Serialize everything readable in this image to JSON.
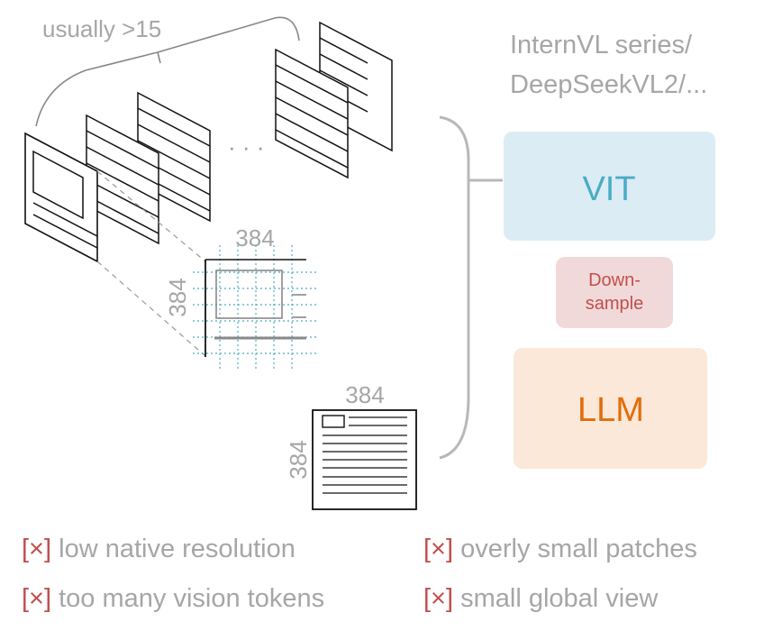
{
  "annotation": {
    "usually": "usually >15",
    "ellipsis": "· · ·"
  },
  "header": {
    "line1": "InternVL series/",
    "line2": "DeepSeekVL2/..."
  },
  "dims": {
    "tile_width": "384",
    "tile_height": "384",
    "thumb_width": "384",
    "thumb_height": "384"
  },
  "boxes": {
    "vit": {
      "label": "VIT",
      "fill": "#dbecf4",
      "text_color": "#4bacc6"
    },
    "downsample": {
      "line1": "Down-",
      "line2": "sample",
      "fill": "#f2d9d9",
      "text_color": "#c0504d"
    },
    "llm": {
      "label": "LLM",
      "fill": "#fbe8d9",
      "text_color": "#e36c09"
    }
  },
  "issues": [
    {
      "mark": "[×]",
      "text": "low native resolution"
    },
    {
      "mark": "[×]",
      "text": "overly small patches"
    },
    {
      "mark": "[×]",
      "text": "too many vision tokens"
    },
    {
      "mark": "[×]",
      "text": "small global view"
    }
  ],
  "colors": {
    "mark": "#c0504d",
    "muted_text": "#a6a6a6",
    "grid": "#4bacc6"
  }
}
